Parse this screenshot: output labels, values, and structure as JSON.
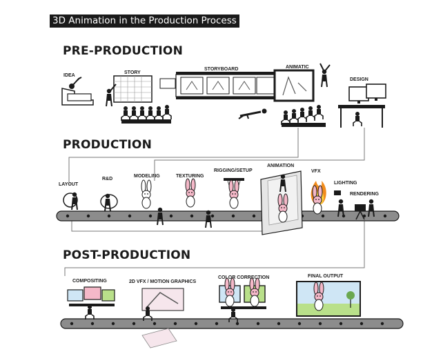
{
  "title": "3D Animation in the Production Process",
  "sections": {
    "pre": "PRE-PRODUCTION",
    "production": "PRODUCTION",
    "post": "POST-PRODUCTION"
  },
  "pre_stages": {
    "idea": "IDEA",
    "story": "STORY",
    "storyboard": "STORYBOARD",
    "animatic": "ANIMATIC",
    "design": "DESIGN"
  },
  "production_stages": {
    "layout": "LAYOUT",
    "rnd": "R&D",
    "modeling": "MODELING",
    "texturing": "TEXTURING",
    "rigging": "RIGGING/SETUP",
    "animation": "ANIMATION",
    "vfx": "VFX",
    "lighting": "LIGHTING",
    "rendering": "RENDERING"
  },
  "post_stages": {
    "compositing": "COMPOSITING",
    "motion_graphics": "2D VFX / MOTION GRAPHICS",
    "color_correction": "COLOR CORRECTION",
    "final_output": "FINAL OUTPUT"
  },
  "colors": {
    "ink": "#1a1a1a",
    "bunny_pink": "#f4b8c8",
    "bunny_white": "#ffffff",
    "fire_orange": "#f28c1c",
    "fire_yellow": "#ffd23c",
    "screen_green": "#b9e08a",
    "sky_blue": "#cfe6f5",
    "belt_gray": "#8c8c8c"
  }
}
